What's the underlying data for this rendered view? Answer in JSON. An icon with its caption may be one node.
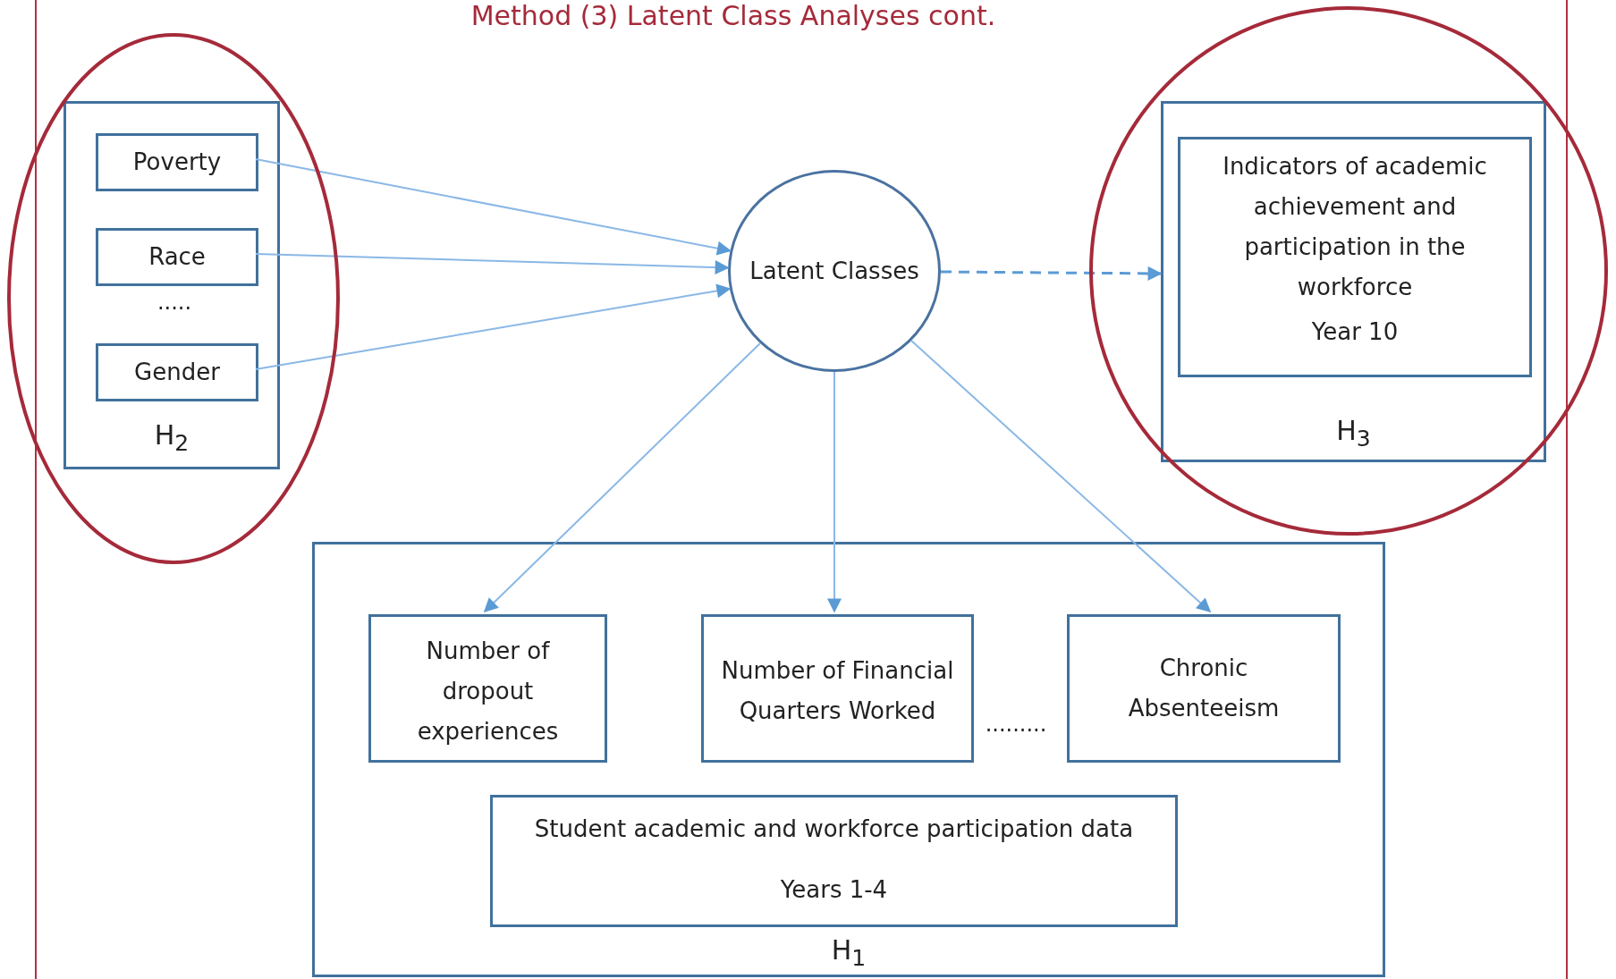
{
  "diagram": {
    "title": "Method (3) Latent Class Analyses cont.",
    "nodes": [
      {
        "text": [
          "H$_{2}$"
        ]
      },
      {
        "text": [
          "Poverty"
        ],
        "in": 0
      },
      {
        "text": [
          "Race"
        ],
        "in": 0
      },
      {
        "text": [
          "Gender"
        ],
        "in": 0
      },
      {
        "text": [
          "Latent Classes"
        ]
      },
      {
        "text": [
          "H$_{3}$"
        ]
      },
      {
        "text": [
          "Indicators of academic achievement and participation in the workforce",
          "Year 10"
        ],
        "in": 5
      },
      {
        "text": [
          "H$_{1}$"
        ]
      },
      {
        "text": [
          "Number of dropout experiences"
        ],
        "in": 7
      },
      {
        "text": [
          "Number of Financial Quarters Worked"
        ],
        "in": 7
      },
      {
        "text": [
          "Chronic Absenteeism"
        ],
        "in": 7
      },
      {
        "text": [
          "Student academic and workforce participation data",
          "Years 1-4"
        ],
        "in": 7
      }
    ],
    "edges": [
      {
        "from": 1,
        "to": 4,
        "arrow": "to"
      },
      {
        "from": 2,
        "to": 4,
        "arrow": "to"
      },
      {
        "from": 3,
        "to": 4,
        "arrow": "to"
      },
      {
        "from": 4,
        "to": 5,
        "arrow": "to",
        "style": "dashed"
      },
      {
        "from": 4,
        "to": 8,
        "arrow": "to"
      },
      {
        "from": 4,
        "to": 9,
        "arrow": "to"
      },
      {
        "from": 4,
        "to": 10,
        "arrow": "to"
      }
    ],
    "labels": [
      ".....",
      "........."
    ]
  }
}
